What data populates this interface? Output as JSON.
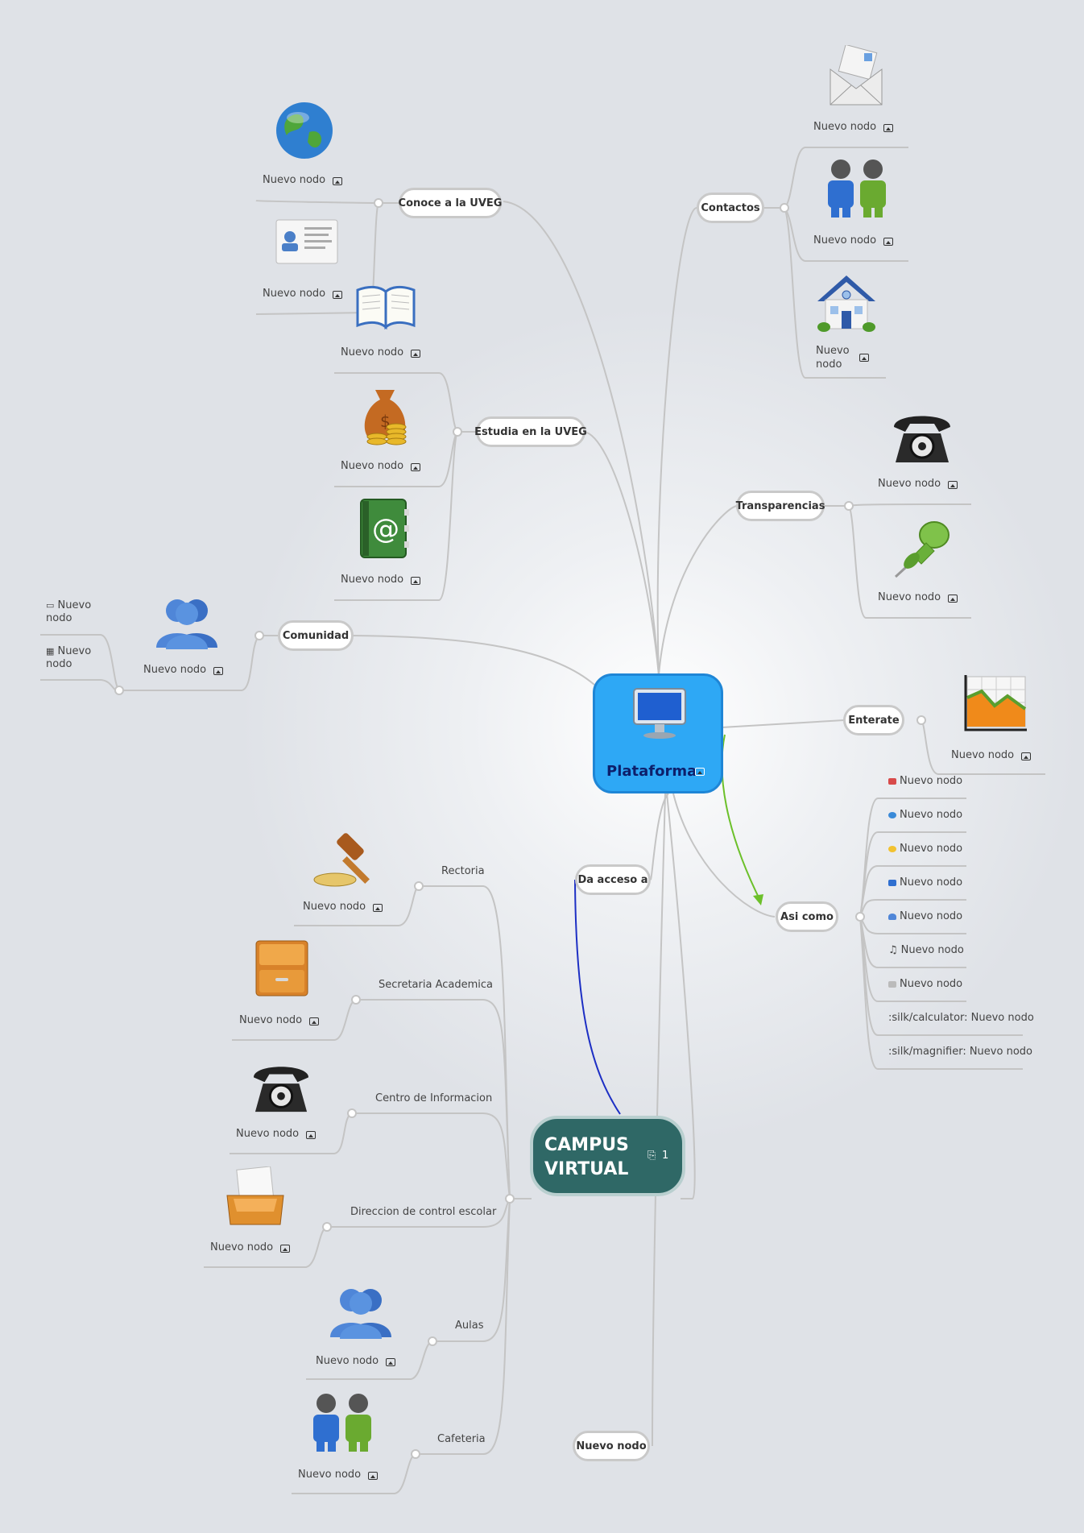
{
  "central": {
    "title": "Plataforma"
  },
  "campus": {
    "title_line1": "CAMPUS",
    "title_line2": "VIRTUAL",
    "attachment_count": "1"
  },
  "branches": {
    "conoce": "Conoce a la UVEG",
    "contactos": "Contactos",
    "estudia": "Estudia en la UVEG",
    "transparencias": "Transparencias",
    "comunidad": "Comunidad",
    "enterate": "Enterate",
    "asi_como": "Asi como",
    "da_acceso": "Da acceso a",
    "nuevo_nodo_bottom": "Nuevo nodo"
  },
  "generic": {
    "nuevo_nodo": "Nuevo nodo",
    "nuevo": "Nuevo",
    "nodo": "nodo"
  },
  "asi_como_items": [
    {
      "label": "Nuevo nodo",
      "icon": "inbox-icon"
    },
    {
      "label": "Nuevo nodo",
      "icon": "globe-icon"
    },
    {
      "label": "Nuevo nodo",
      "icon": "smiley-icon"
    },
    {
      "label": "Nuevo nodo",
      "icon": "book-icon"
    },
    {
      "label": "Nuevo nodo",
      "icon": "user-icon"
    },
    {
      "label": "Nuevo nodo",
      "icon": "music-icon"
    },
    {
      "label": "Nuevo nodo",
      "icon": "flag-icon"
    },
    {
      "label": ":silk/calculator: Nuevo nodo",
      "icon": ""
    },
    {
      "label": ":silk/magnifier: Nuevo nodo",
      "icon": ""
    }
  ],
  "campus_children": [
    "Rectoria",
    "Secretaria Academica",
    "Centro de Informacion",
    "Direccion de control escolar",
    "Aulas",
    "Cafeteria"
  ],
  "colors": {
    "central": "#2ea8f5",
    "central_text": "#0d1f6b",
    "campus": "#2f6866",
    "arrow_green": "#6cc02a",
    "arrow_blue": "#1d2fc4"
  }
}
